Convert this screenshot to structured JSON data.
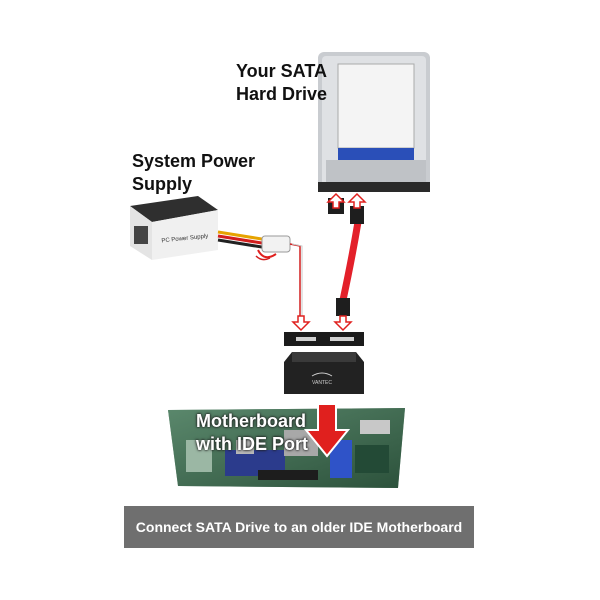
{
  "labels": {
    "hard_drive": "Your SATA\nHard Drive",
    "power_supply": "System Power\nSupply",
    "psu_box_text": "PC Power Supply",
    "motherboard": "Motherboard\nwith IDE Port",
    "adapter_brand": "VANTEC"
  },
  "caption": "Connect SATA Drive to an older IDE Motherboard",
  "colors": {
    "cable_red": "#e3202a",
    "arrow_red": "#e0201e",
    "drive_label_blue": "#2a4fb8",
    "board_green": "#3c6b4a",
    "caption_bg": "#6f6f6f"
  }
}
